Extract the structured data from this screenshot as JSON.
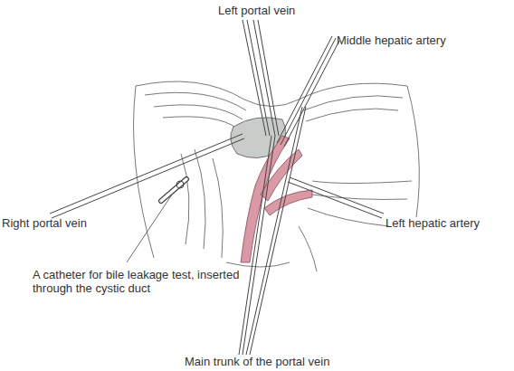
{
  "diagram": {
    "labels": [
      "Left portal vein",
      "Middle hepatic artery",
      "Right portal vein",
      "Left hepatic artery",
      "A catheter for bile leakage test, inserted through the cystic duct",
      "Main trunk of the portal vein"
    ]
  }
}
